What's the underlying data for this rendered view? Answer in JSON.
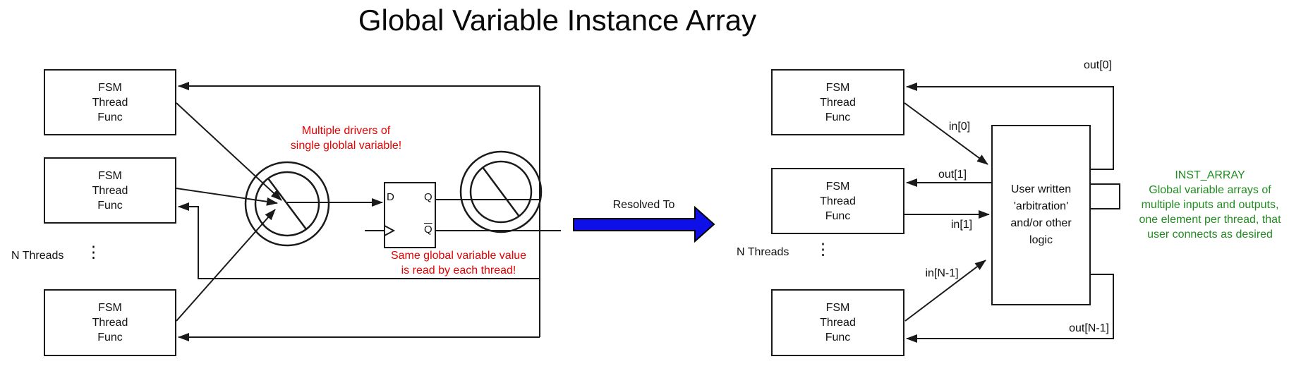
{
  "title": "Global Variable Instance Array",
  "colors": {
    "red": "#e60000",
    "green": "#228B22",
    "blue": "#0f0fe8",
    "stroke": "#1a1a1a"
  },
  "left": {
    "fsm_lines": [
      "FSM",
      "Thread",
      "Func"
    ],
    "n_threads": "N Threads",
    "ellipsis": "⋮",
    "note_multiple_drivers": [
      "Multiple drivers of",
      "single globlal variable!"
    ],
    "note_same_value": [
      "Same global variable value",
      "is read by each thread!"
    ],
    "flip_flop": {
      "d": "D",
      "q": "Q",
      "qbar": "Q"
    }
  },
  "transition": {
    "label": "Resolved To"
  },
  "right": {
    "fsm_lines": [
      "FSM",
      "Thread",
      "Func"
    ],
    "n_threads": "N Threads",
    "ellipsis": "⋮",
    "arbitration_lines": [
      "User written",
      "'arbitration'",
      "and/or other",
      "logic"
    ],
    "wire_labels": {
      "out0": "out[0]",
      "in0": "in[0]",
      "out1": "out[1]",
      "in1": "in[1]",
      "inN": "in[N-1]",
      "outN": "out[N-1]"
    },
    "note_inst_array": [
      "INST_ARRAY",
      "Global variable arrays of",
      "multiple inputs and outputs,",
      "one element per thread, that",
      "user connects as desired"
    ]
  }
}
